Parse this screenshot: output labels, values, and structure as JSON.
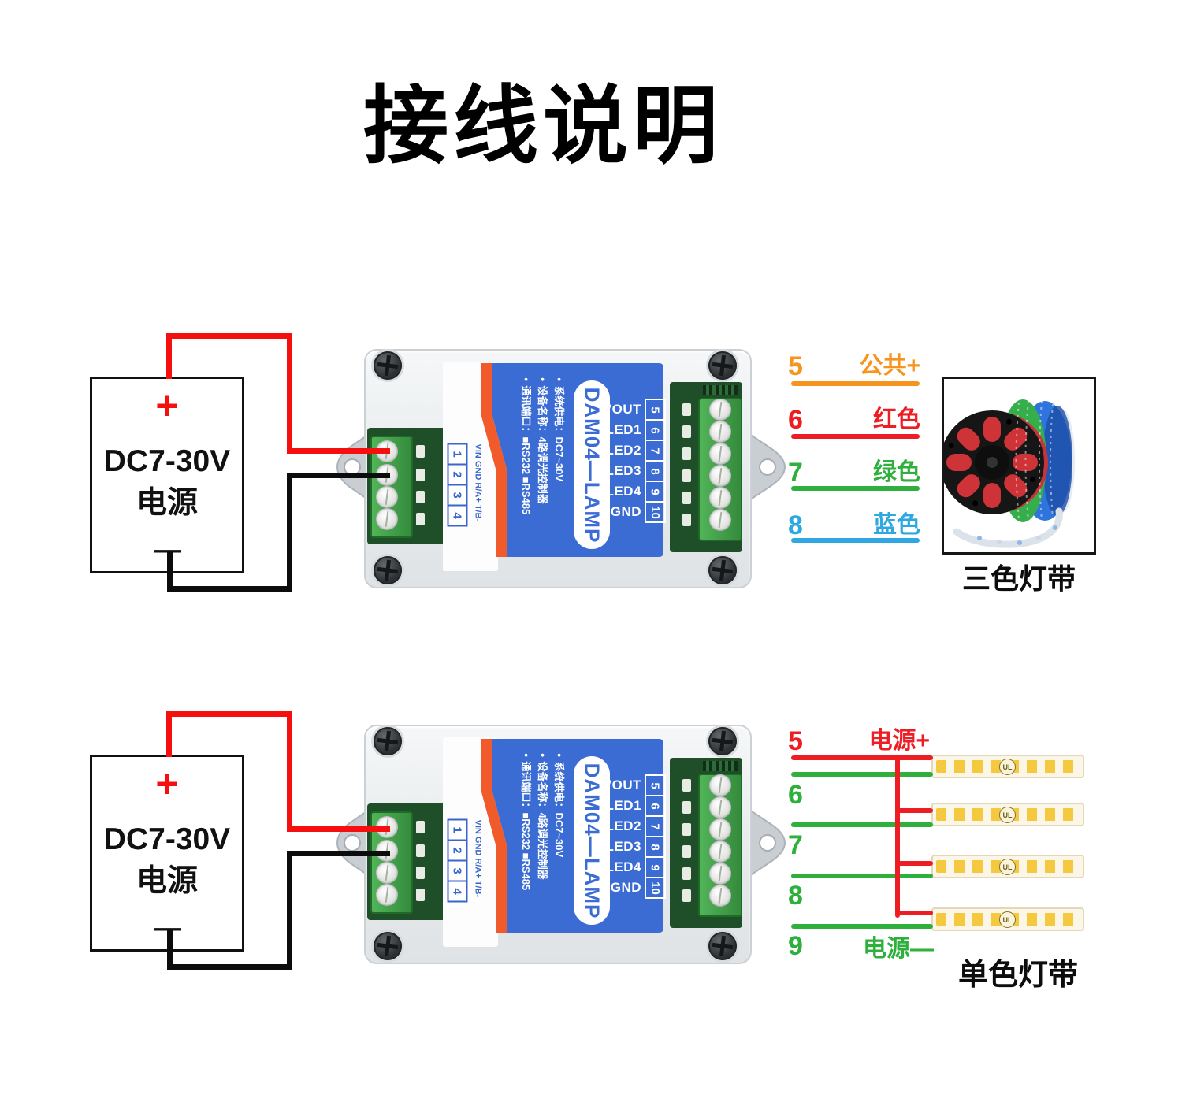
{
  "title": "接线说明",
  "colors": {
    "wire_red": "#F50F0F",
    "wire_black": "#0C0C0C",
    "common_orange": "#F7941D",
    "red": "#EE1C23",
    "green": "#2FAF3C",
    "blue": "#2FA8E1",
    "device_label_blue": "#3A6CD4",
    "device_stripe_orange": "#F15B2B",
    "terminal_green": "#3FA24A",
    "pcb_dark_green": "#1F4F29"
  },
  "power_supply": {
    "plus": "+",
    "name_line1": "DC7-30V",
    "name_line2": "电源",
    "minus": "—"
  },
  "device": {
    "model": "DAM04—LAMP",
    "info_lines": [
      {
        "bullet": "●",
        "text": "系统供电：DC7~30V"
      },
      {
        "bullet": "●",
        "text": "设备名称：4路调光控制器"
      },
      {
        "bullet": "●",
        "text": "通讯端口：■RS232 ■RS485"
      }
    ],
    "left_terminal_header": "VIN GND R/A+ T/B-",
    "left_pins": [
      "1",
      "2",
      "3",
      "4"
    ],
    "right_pins": [
      {
        "label": "VOUT",
        "num": "5"
      },
      {
        "label": "LED1",
        "num": "6"
      },
      {
        "label": "LED2",
        "num": "7"
      },
      {
        "label": "LED3",
        "num": "8"
      },
      {
        "label": "LED4",
        "num": "9"
      },
      {
        "label": "GND",
        "num": "10"
      }
    ]
  },
  "diagram_rgb": {
    "wires": [
      {
        "num": "5",
        "label": "公共+"
      },
      {
        "num": "6",
        "label": "红色"
      },
      {
        "num": "7",
        "label": "绿色"
      },
      {
        "num": "8",
        "label": "蓝色"
      }
    ],
    "strip_caption": "三色灯带"
  },
  "diagram_mono": {
    "pins": [
      {
        "num": "5"
      },
      {
        "num": "6"
      },
      {
        "num": "7"
      },
      {
        "num": "8"
      },
      {
        "num": "9"
      }
    ],
    "power_plus_label": "电源+",
    "power_minus_label": "电源—",
    "strip_caption": "单色灯带",
    "ul_badge": "UL"
  }
}
